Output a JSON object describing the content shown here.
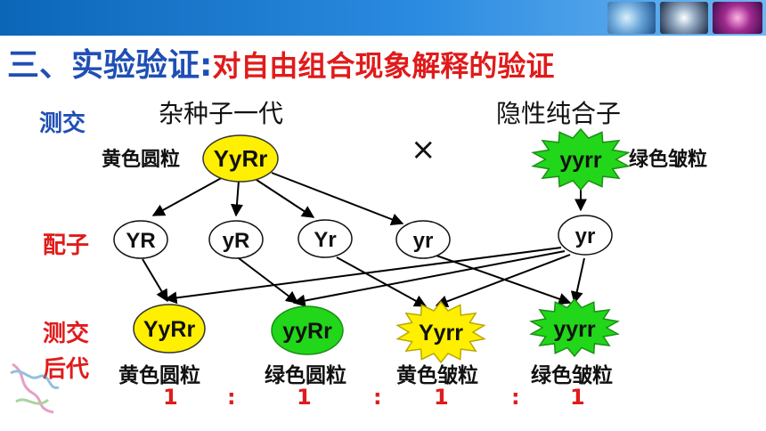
{
  "title": "三、实验验证:",
  "subtitle": "对自由组合现象解释的验证",
  "row_labels": {
    "testcross": "测交",
    "gametes": "配子",
    "offspring_1": "测交",
    "offspring_2": "后代"
  },
  "parent1": {
    "header": "杂种子一代",
    "genotype": "YyRr",
    "phenotype": "黄色圆粒",
    "color": "#ffef00"
  },
  "parent2": {
    "header": "隐性纯合子",
    "genotype": "yyrr",
    "phenotype": "绿色皱粒",
    "color": "#22d61a"
  },
  "cross_symbol": "×",
  "gametes": [
    "YR",
    "yR",
    "Yr",
    "yr"
  ],
  "gamete2": "yr",
  "offspring": [
    {
      "genotype": "YyRr",
      "phenotype": "黄色圆粒",
      "color": "#ffef00",
      "shape": "round"
    },
    {
      "genotype": "yyRr",
      "phenotype": "绿色圆粒",
      "color": "#22d61a",
      "shape": "round"
    },
    {
      "genotype": "Yyrr",
      "phenotype": "黄色皱粒",
      "color": "#ffef00",
      "shape": "wrinkled"
    },
    {
      "genotype": "yyrr",
      "phenotype": "绿色皱粒",
      "color": "#22d61a",
      "shape": "wrinkled"
    }
  ],
  "ratio": [
    "1",
    ":",
    "1",
    ":",
    "1",
    ":",
    "1"
  ]
}
